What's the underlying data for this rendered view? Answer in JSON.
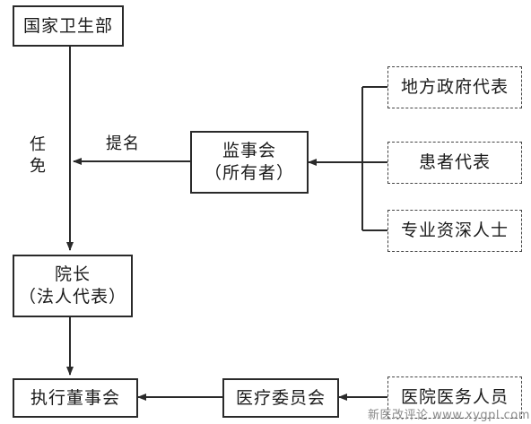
{
  "nodes": {
    "national_health_dept": "国家卫生部",
    "supervisory_board_line1": "监事会",
    "supervisory_board_line2": "（所有者）",
    "local_gov_rep": "地方政府代表",
    "patient_rep": "患者代表",
    "professional_experts": "专业资深人士",
    "hospital_director_line1": "院长",
    "hospital_director_line2": "（法人代表）",
    "executive_board": "执行董事会",
    "medical_committee": "医疗委员会",
    "hospital_medical_staff": "医院医务人员"
  },
  "edge_labels": {
    "nominate": "提名",
    "appoint_char1": "任",
    "appoint_char2": "免"
  },
  "watermark": "新医改评论 www.xygpl.com"
}
